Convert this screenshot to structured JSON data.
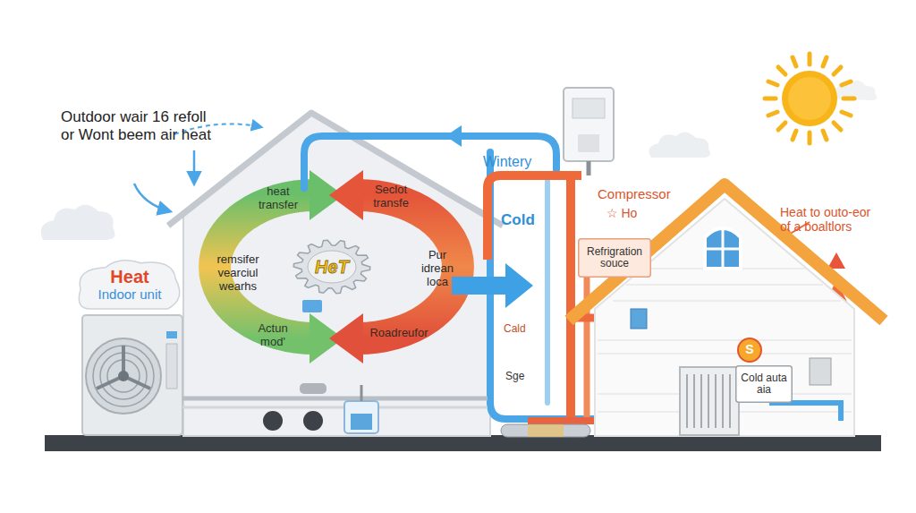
{
  "diagram": {
    "nodes": [
      {
        "text": [
          "Heat",
          "Indoor unit"
        ]
      },
      {
        "text": [
          "HeT"
        ]
      },
      {
        "text": [
          "Refrigration souce"
        ]
      },
      {
        "text": [
          "S"
        ]
      },
      {
        "text": [
          "Cold auta aia"
        ]
      }
    ],
    "labels": [
      "Outdoor wair 16 refoll or Wont beem air heat",
      "heat transfer",
      "Seclot transfe",
      "remsifer vearciul wearhs",
      "Pur idrean loca",
      "Actun mod'",
      "Roadreufor",
      "Wintery",
      "Cold",
      "Compressor",
      "☆ Ho",
      "Heat to outo-eor of a boaltlors",
      "Cald",
      "Sge"
    ]
  }
}
